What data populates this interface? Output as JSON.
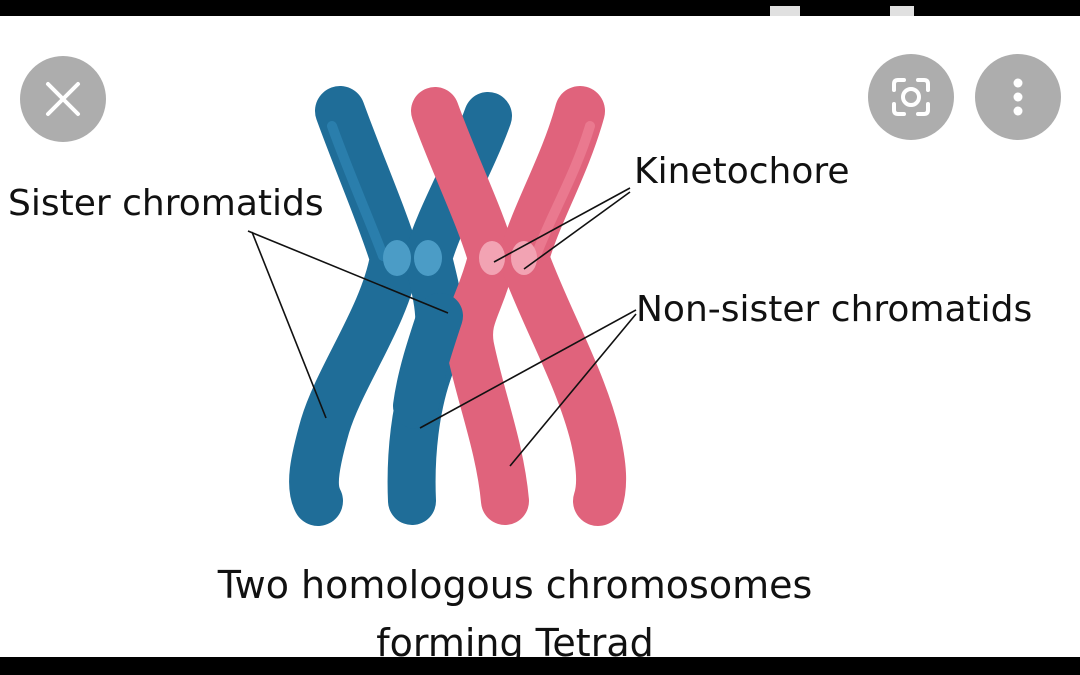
{
  "viewer": {
    "close_icon": "close-icon",
    "lens_icon": "lens-scan-icon",
    "menu_icon": "more-vert-icon",
    "button_color": "#969696"
  },
  "figure": {
    "labels": {
      "sister": "Sister chromatids",
      "kinetochore": "Kinetochore",
      "nonsister": "Non-sister chromatids"
    },
    "caption": {
      "line1": "Two homologous chromosomes",
      "line2": "forming Tetrad"
    },
    "colors": {
      "blue": "#1f6d98",
      "blue_light": "#2f86b5",
      "pink": "#e0637c",
      "pink_light": "#ee8397",
      "centromere_blue": "#4b9cc6",
      "centromere_pink": "#f2a3b3"
    }
  }
}
